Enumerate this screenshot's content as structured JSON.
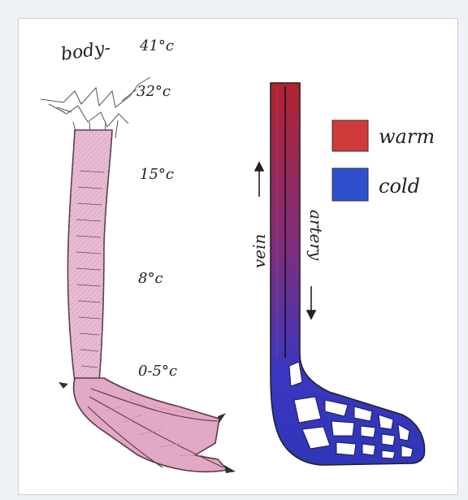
{
  "labels": {
    "body": "body-",
    "temp_41": "41°c",
    "temp_32": "32°c",
    "temp_15": "15°c",
    "temp_8": "8°c",
    "temp_05": "0-5°c",
    "vein": "vein",
    "artery": "artery"
  },
  "legend": [
    {
      "label": "warm",
      "color": "#cf3b3b"
    },
    {
      "label": "cold",
      "color": "#2f4fcf"
    }
  ],
  "colors": {
    "leg_fill": "#e7b8d0",
    "leg_outline": "#5a3a46",
    "warm": "#b3232f",
    "cold": "#2f36b8"
  },
  "icons": {
    "vein_arrow": "arrow-up-icon",
    "artery_arrow": "arrow-down-icon"
  }
}
